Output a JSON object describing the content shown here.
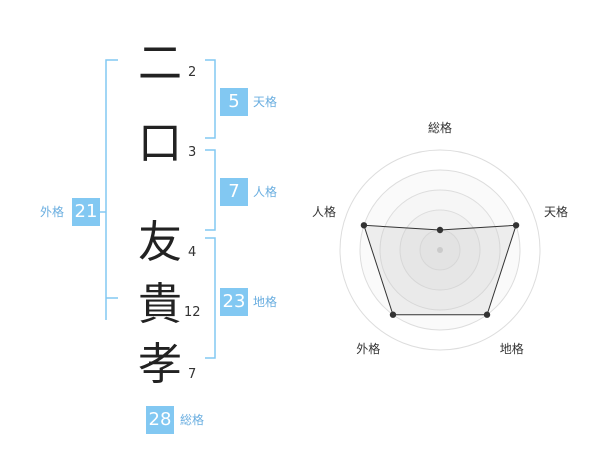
{
  "name_chars": [
    {
      "char": "二",
      "strokes": "2"
    },
    {
      "char": "口",
      "strokes": "3"
    },
    {
      "char": "友",
      "strokes": "4"
    },
    {
      "char": "貴",
      "strokes": "12"
    },
    {
      "char": "孝",
      "strokes": "7"
    }
  ],
  "fortunes": {
    "tenkaku": {
      "value": "5",
      "label": "天格"
    },
    "jinkaku": {
      "value": "7",
      "label": "人格"
    },
    "chikaku": {
      "value": "23",
      "label": "地格"
    },
    "gaikaku": {
      "value": "21",
      "label": "外格"
    },
    "soukaku": {
      "value": "28",
      "label": "総格"
    }
  },
  "colors": {
    "accent": "#82c8f2",
    "bracket": "#82c8f2",
    "radar_fill": "#eeeeee",
    "radar_line": "#333333"
  },
  "chart_data": {
    "type": "radar",
    "axes": [
      "総格",
      "天格",
      "地格",
      "外格",
      "人格"
    ],
    "values": [
      1,
      4,
      4,
      4,
      4
    ],
    "max": 5
  }
}
